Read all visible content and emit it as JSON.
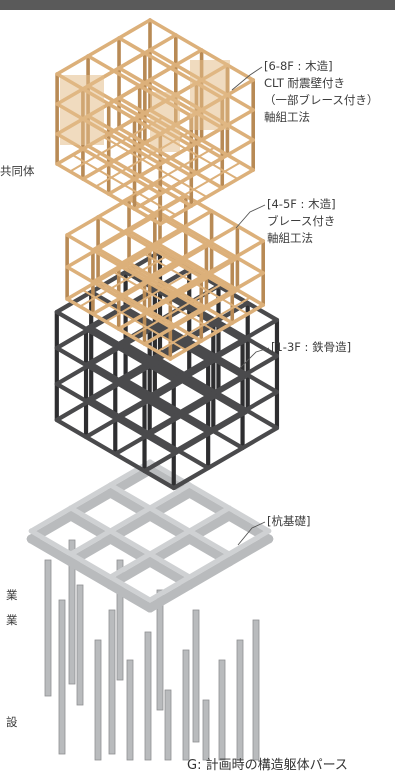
{
  "labels": {
    "wood_upper": [
      "[6-8F : 木造]",
      "CLT 耐震壁付き",
      "（一部ブレース付き）",
      "軸組工法"
    ],
    "wood_mid": [
      "[4-5F : 木造]",
      "ブレース付き",
      "軸組工法"
    ],
    "steel": "[1-3F : 鉄骨造]",
    "foundation": "[杭基礎]"
  },
  "left_fragments": [
    "共同体",
    "業",
    "業",
    "設"
  ],
  "caption": "G: 計画時の構造躯体パース",
  "colors": {
    "wood": "#dcb07a",
    "wood_dark": "#b88a55",
    "steel": "#4a4a4c",
    "steel_dark": "#2e2e30",
    "concrete": "#b9bbbd",
    "concrete_dark": "#8e9092",
    "leader": "#555555"
  }
}
